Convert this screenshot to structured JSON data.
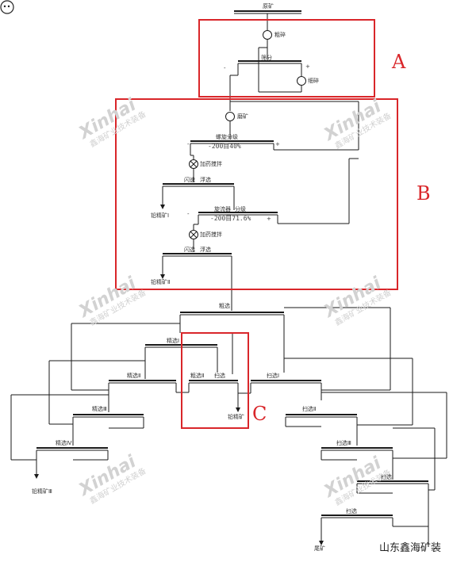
{
  "diagram": {
    "top_feed": "原矿",
    "nodes": {
      "crush": "粗碎",
      "screen": "筛分",
      "fine_crush": "细碎",
      "grind1": "磨矿",
      "classify1": "螺旋分级",
      "size1": "-200目40%",
      "agitate1": "加药搅拌",
      "rough1_left": "闪速",
      "rough1_right": "浮选",
      "conc1": "铅精矿Ⅰ",
      "grind2_a": "旋流器",
      "grind2_b": "分级",
      "size2": "-200目71.6%",
      "agitate2": "加药搅拌",
      "rough2_left": "闪选",
      "rough2_right": "浮选",
      "conc2": "铅精矿Ⅱ",
      "rougher": "粗选",
      "clean1": "精选Ⅰ",
      "clean2": "精选Ⅱ",
      "clean3": "精选Ⅲ",
      "clean4": "精选Ⅳ",
      "c_left": "粗选Ⅱ",
      "c_right": "扫选",
      "c_out": "铅精矿",
      "scav1": "扫选Ⅰ",
      "scav2": "扫选Ⅱ",
      "scav3": "扫选Ⅲ",
      "scav4": "扫选",
      "scav5": "扫选",
      "conc_final": "铅精矿Ⅲ",
      "tailings": "尾矿"
    },
    "signs": {
      "minus": "-",
      "plus": "+"
    },
    "section_labels": {
      "a": "A",
      "b": "B",
      "c": "C"
    },
    "watermark": {
      "brand": "Xinhai",
      "sub": "鑫海矿业技术装备"
    },
    "brand_tag": "山东鑫海矿装",
    "colors": {
      "line": "#1a1a1a",
      "box": "#d9262a",
      "watermark": "#d2d2d2"
    }
  }
}
